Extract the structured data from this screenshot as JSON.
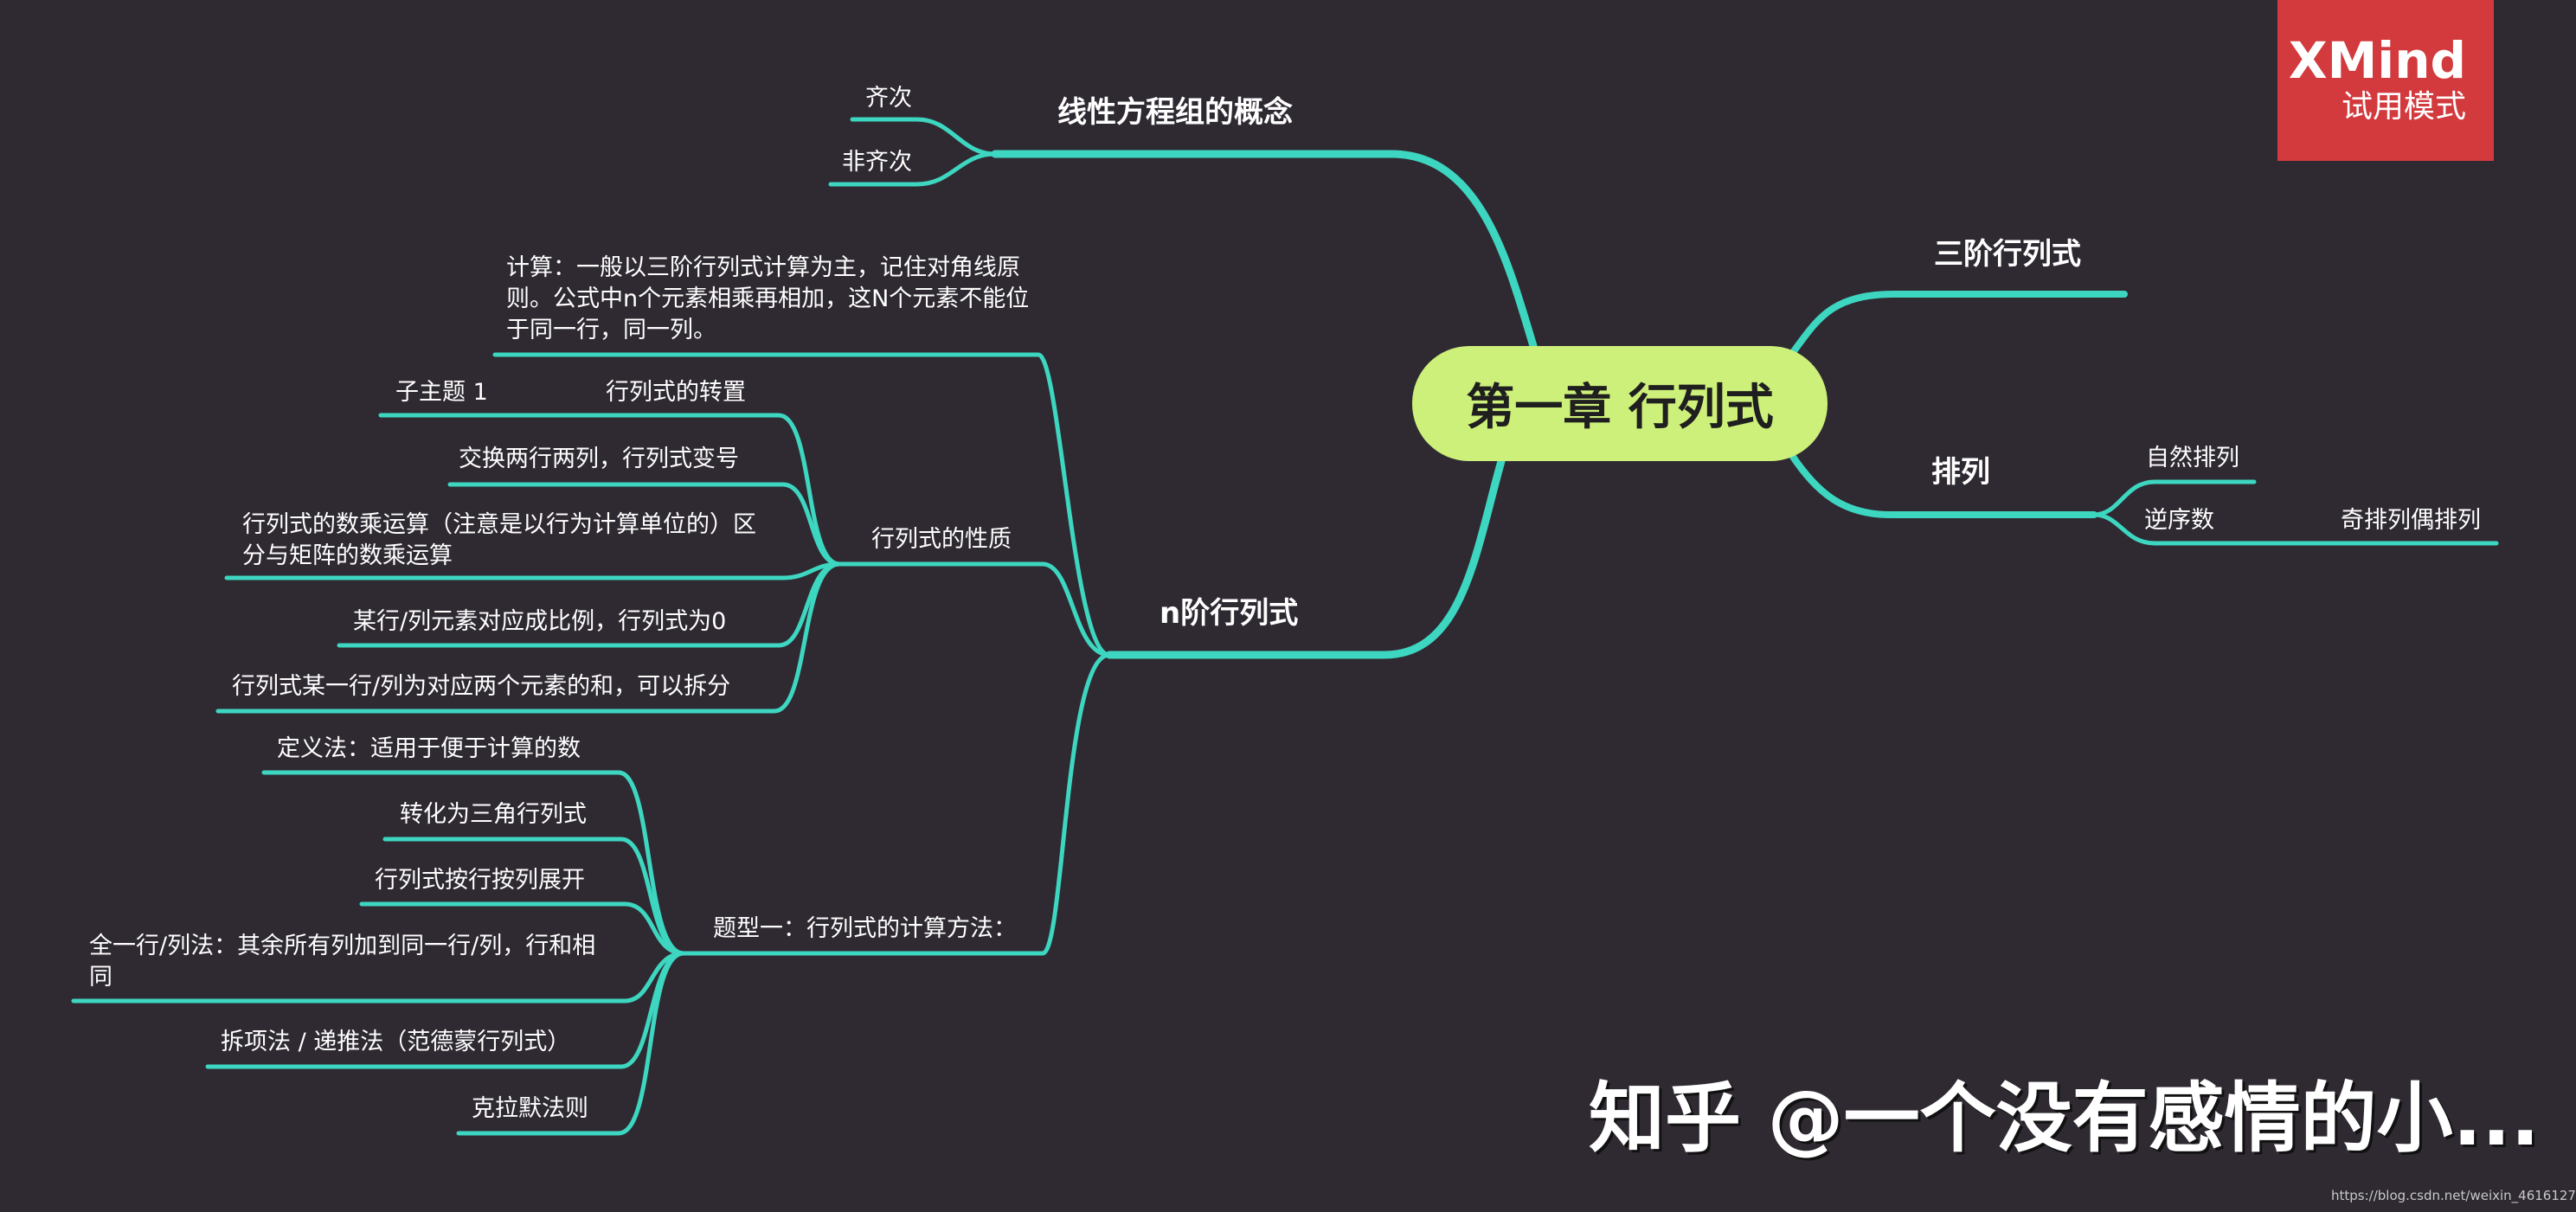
{
  "central": "第一章 行列式",
  "badge": {
    "brand": "XMind",
    "mode": "试用模式"
  },
  "branches": {
    "concept": "线性方程组的概念",
    "homogeneous": "齐次",
    "nonhomogeneous": "非齐次",
    "third_order": "三阶行列式",
    "permutation": "排列",
    "natural": "自然排列",
    "inverse": "逆序数",
    "odd_even": "奇排列偶排列",
    "n_order": "n阶行列式",
    "calc": "计算：一般以三阶行列式计算为主，记住对角线原则。公式中n个元素相乘再相加，这N个元素不能位于同一行，同一列。",
    "properties": "行列式的性质",
    "transpose": "行列式的转置",
    "subtopic": "子主题 1",
    "swap": "交换两行两列，行列式变号",
    "scalar": "行列式的数乘运算（注意是以行为计算单位的）区分与矩阵的数乘运算",
    "proportional": "某行/列元素对应成比例，行列式为0",
    "split": "行列式某一行/列为对应两个元素的和，可以拆分",
    "methods": "题型一：行列式的计算方法：",
    "definition": "定义法：适用于便于计算的数",
    "triangular": "转化为三角行列式",
    "expand": "行列式按行按列展开",
    "all_rows": "全一行/列法：其余所有列加到同一行/列，行和相同",
    "split_recursive": "拆项法 / 递推法（范德蒙行列式）",
    "cramer": "克拉默法则"
  },
  "watermark": "知乎 @一个没有感情的小...",
  "source": "https://blog.csdn.net/weixin_46161272",
  "colors": {
    "background": "#2f2a32",
    "line": "#3dd6c0",
    "central": "#cdf07a",
    "badge": "#d23a3e"
  }
}
